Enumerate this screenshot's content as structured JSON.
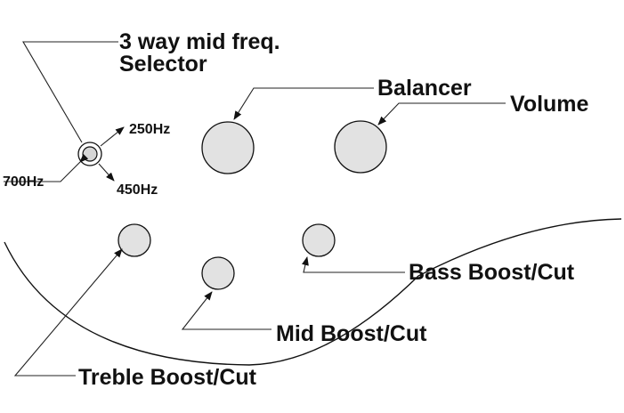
{
  "labels": {
    "selector_line1": "3 way mid freq.",
    "selector_line2": "Selector",
    "freq_250": "250Hz",
    "freq_700": "700Hz",
    "freq_450": "450Hz",
    "balancer": "Balancer",
    "volume": "Volume",
    "bass": "Bass Boost/Cut",
    "mid": "Mid Boost/Cut",
    "treble": "Treble Boost/Cut"
  },
  "colors": {
    "knob_fill": "#e2e2e2",
    "stroke": "#111111",
    "background": "#ffffff"
  }
}
